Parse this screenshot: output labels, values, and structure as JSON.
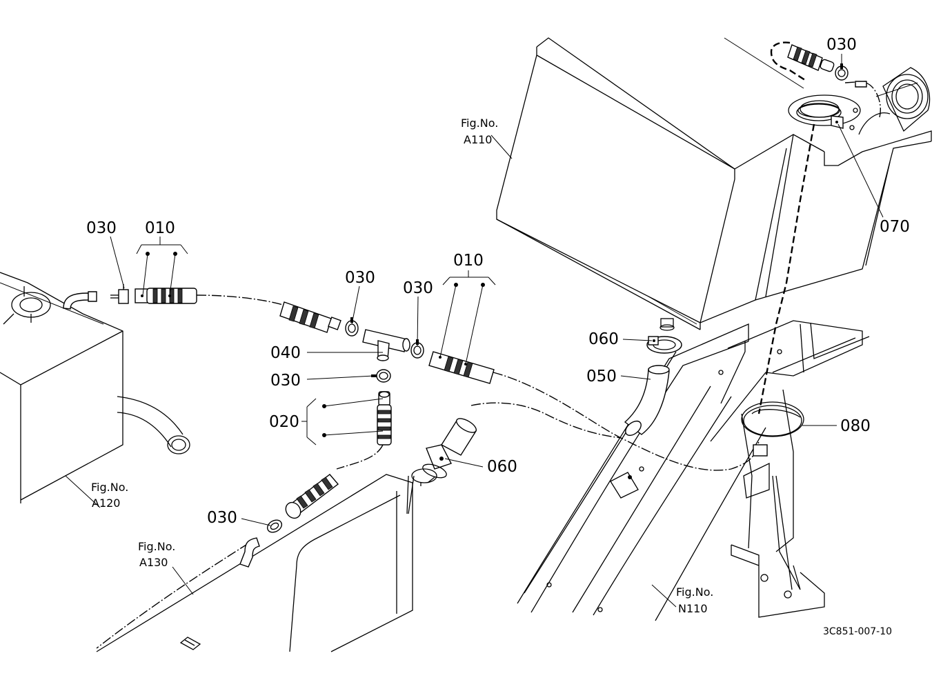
{
  "callouts": [
    {
      "id": "030-left",
      "text": "030"
    },
    {
      "id": "010-left",
      "text": "010"
    },
    {
      "id": "030-tee-top",
      "text": "030"
    },
    {
      "id": "030-tee-right",
      "text": "030"
    },
    {
      "id": "010-right",
      "text": "010"
    },
    {
      "id": "040",
      "text": "040"
    },
    {
      "id": "030-tee-bottom",
      "text": "030"
    },
    {
      "id": "020",
      "text": "020"
    },
    {
      "id": "030-bottom-left",
      "text": "030"
    },
    {
      "id": "060-bottom",
      "text": "060"
    },
    {
      "id": "060-top",
      "text": "060"
    },
    {
      "id": "050",
      "text": "050"
    },
    {
      "id": "080",
      "text": "080"
    },
    {
      "id": "070",
      "text": "070"
    },
    {
      "id": "030-top-right",
      "text": "030"
    }
  ],
  "figure_refs": [
    {
      "id": "a110",
      "line1": "Fig.No.",
      "line2": "A110"
    },
    {
      "id": "a120",
      "line1": "Fig.No.",
      "line2": "A120"
    },
    {
      "id": "a130",
      "line1": "Fig.No.",
      "line2": "A130"
    },
    {
      "id": "n110",
      "line1": "Fig.No.",
      "line2": "N110"
    }
  ],
  "drawing_code": "3C851-007-10"
}
